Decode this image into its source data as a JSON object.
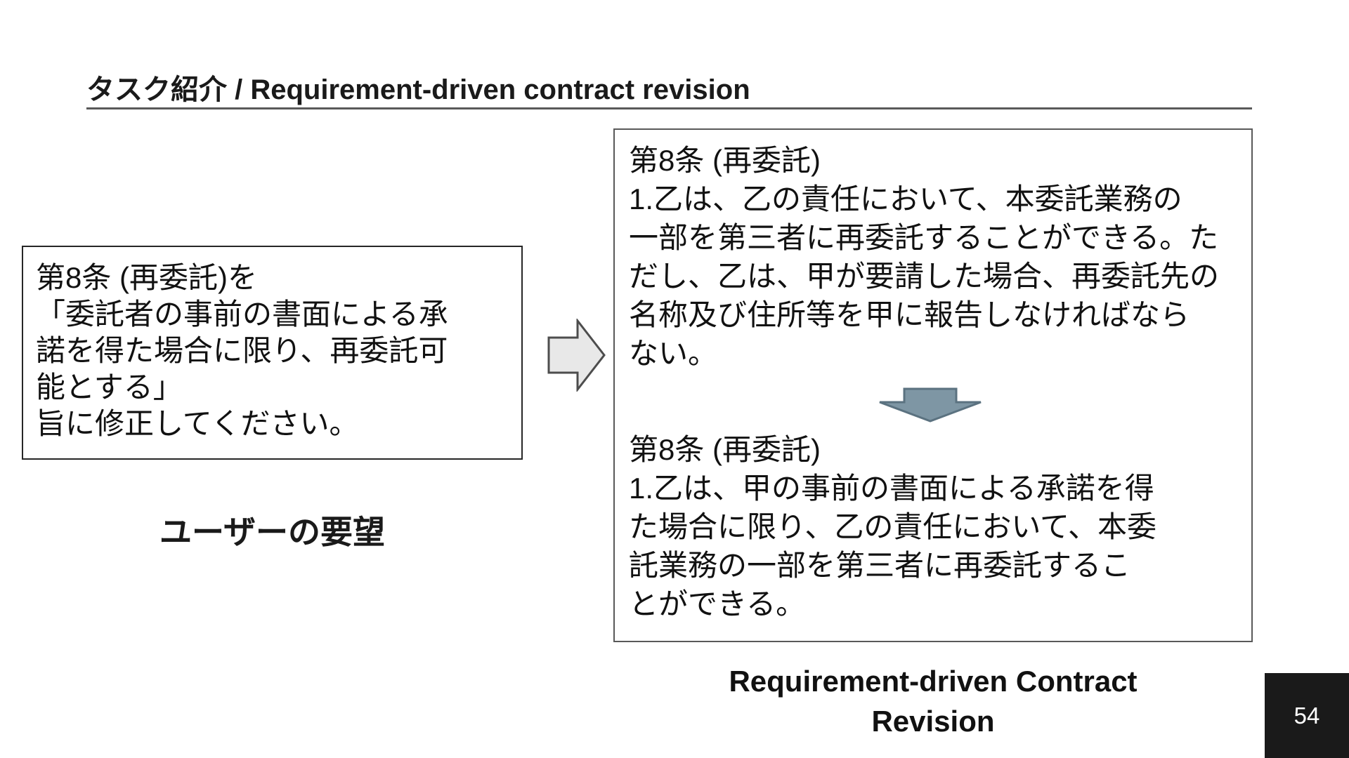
{
  "slide": {
    "title": "タスク紹介 / Requirement-driven contract revision",
    "page_number": "54"
  },
  "user_request": {
    "box_text": "第8条 (再委託)を\n「委託者の事前の書面による承\n諾を得た場合に限り、再委託可\n能とする」\n旨に修正してください。",
    "caption": "ユーザーの要望"
  },
  "contract": {
    "before_text": "第8条 (再委託)\n1.乙は、乙の責任において、本委託業務の\n一部を第三者に再委託することができる。た\nだし、乙は、甲が要請した場合、再委託先の\n名称及び住所等を甲に報告しなければなら\nない。",
    "after_text": "第8条 (再委託)\n1.乙は、甲の事前の書面による承諾を得\nた場合に限り、乙の責任において、本委\n託業務の一部を第三者に再委託するこ\nとができる。",
    "caption": "Requirement-driven Contract\nRevision"
  },
  "icons": {
    "right_arrow": "block-arrow-right",
    "down_arrow": "block-arrow-down"
  },
  "colors": {
    "background": "#ffffff",
    "text": "#1a1a1a",
    "box_border_dark": "#262626",
    "box_border_gray": "#595959",
    "title_underline": "#595959",
    "right_arrow_fill": "#e8e8e8",
    "right_arrow_stroke": "#4d4d4d",
    "down_arrow_fill": "#7e96a4",
    "down_arrow_stroke": "#5b7280",
    "page_badge_bg": "#1a1a1a",
    "page_number_color": "#ffffff"
  }
}
